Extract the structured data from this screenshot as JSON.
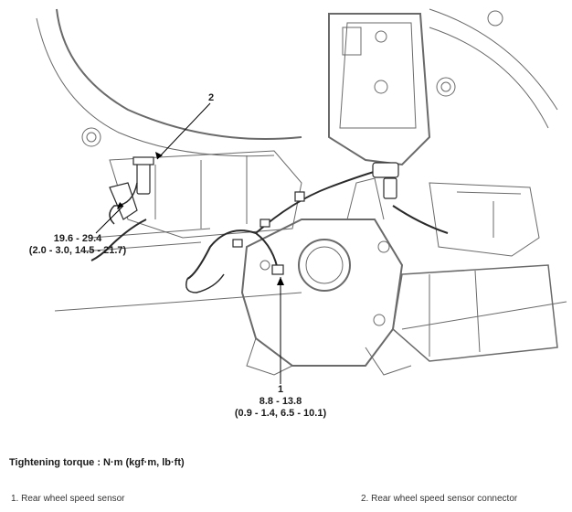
{
  "callouts": {
    "c2": {
      "number": "2"
    },
    "c_bracket": {
      "torque": "19.6 - 29.4",
      "torque_alt": "(2.0 - 3.0, 14.5 - 21.7)"
    },
    "c1": {
      "number": "1",
      "torque": "8.8 - 13.8",
      "torque_alt": "(0.9 - 1.4, 6.5 - 10.1)"
    }
  },
  "heading": "Tightening torque : N·m (kgf·m, lb·ft)",
  "legend": [
    {
      "text": "1. Rear wheel speed sensor"
    },
    {
      "text": "2. Rear wheel speed sensor connector"
    }
  ]
}
